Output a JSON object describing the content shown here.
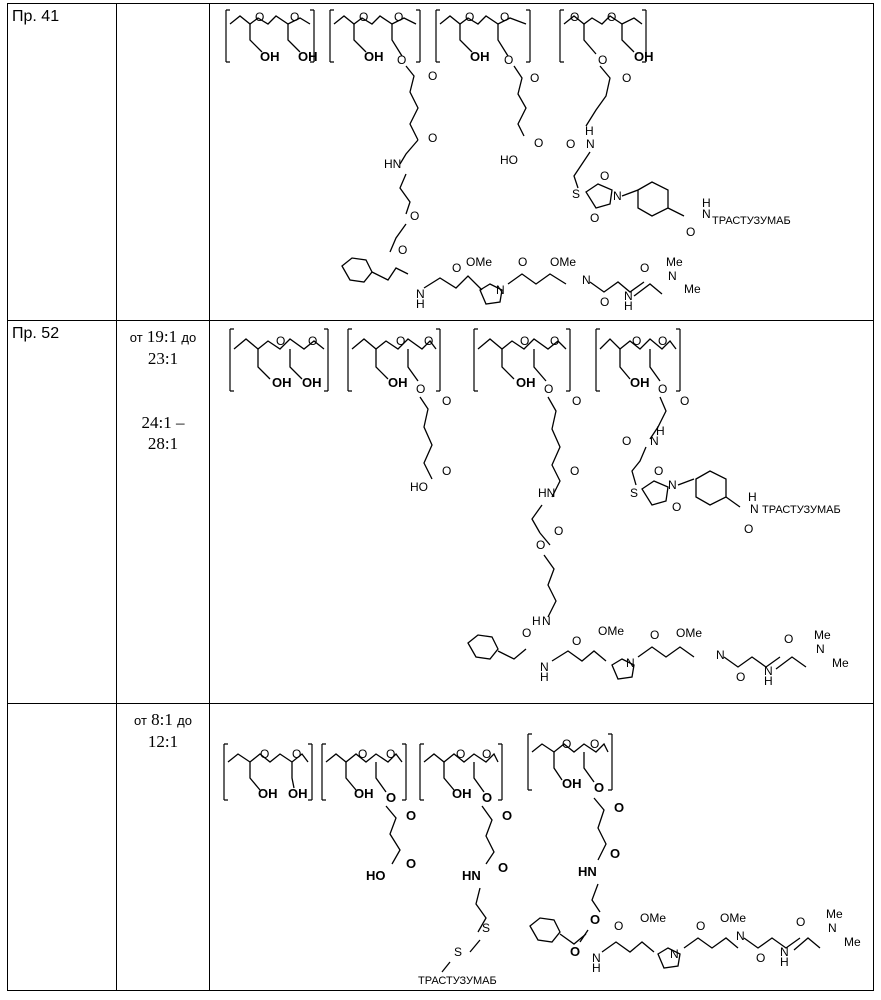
{
  "rows": [
    {
      "example": "Пр. 41",
      "ratio": null,
      "structure": {
        "labels": {
          "oh": "OH",
          "o": "O",
          "n": "N",
          "s": "S",
          "hn": "HN",
          "nh": "N",
          "h": "H",
          "ho": "HO",
          "ome": "OMe",
          "me": "Me",
          "antibody": "ТРАСТУЗУМАБ"
        }
      }
    },
    {
      "example": "Пр. 52",
      "ratio": {
        "ot": "от",
        "r1_a": "19:1",
        "do": "до",
        "r1_b": "23:1",
        "r2_a": "24:1 –",
        "r2_b": "28:1"
      },
      "structure": {
        "labels": {
          "oh": "OH",
          "o": "O",
          "n": "N",
          "s": "S",
          "hn": "HN",
          "nh": "N",
          "h": "H",
          "ho": "HO",
          "ome": "OMe",
          "me": "Me",
          "antibody": "ТРАСТУЗУМАБ"
        }
      }
    },
    {
      "example": "",
      "ratio": {
        "ot": "от",
        "r1_a": "8:1",
        "do": "до",
        "r1_b": "12:1"
      },
      "structure": {
        "labels": {
          "oh": "OH",
          "o": "O",
          "n": "N",
          "s": "S",
          "hn": "HN",
          "nh": "N",
          "h": "H",
          "ho": "HO",
          "ome": "OMe",
          "me": "Me",
          "antibody": "ТРАСТУЗУМАБ"
        }
      }
    }
  ]
}
